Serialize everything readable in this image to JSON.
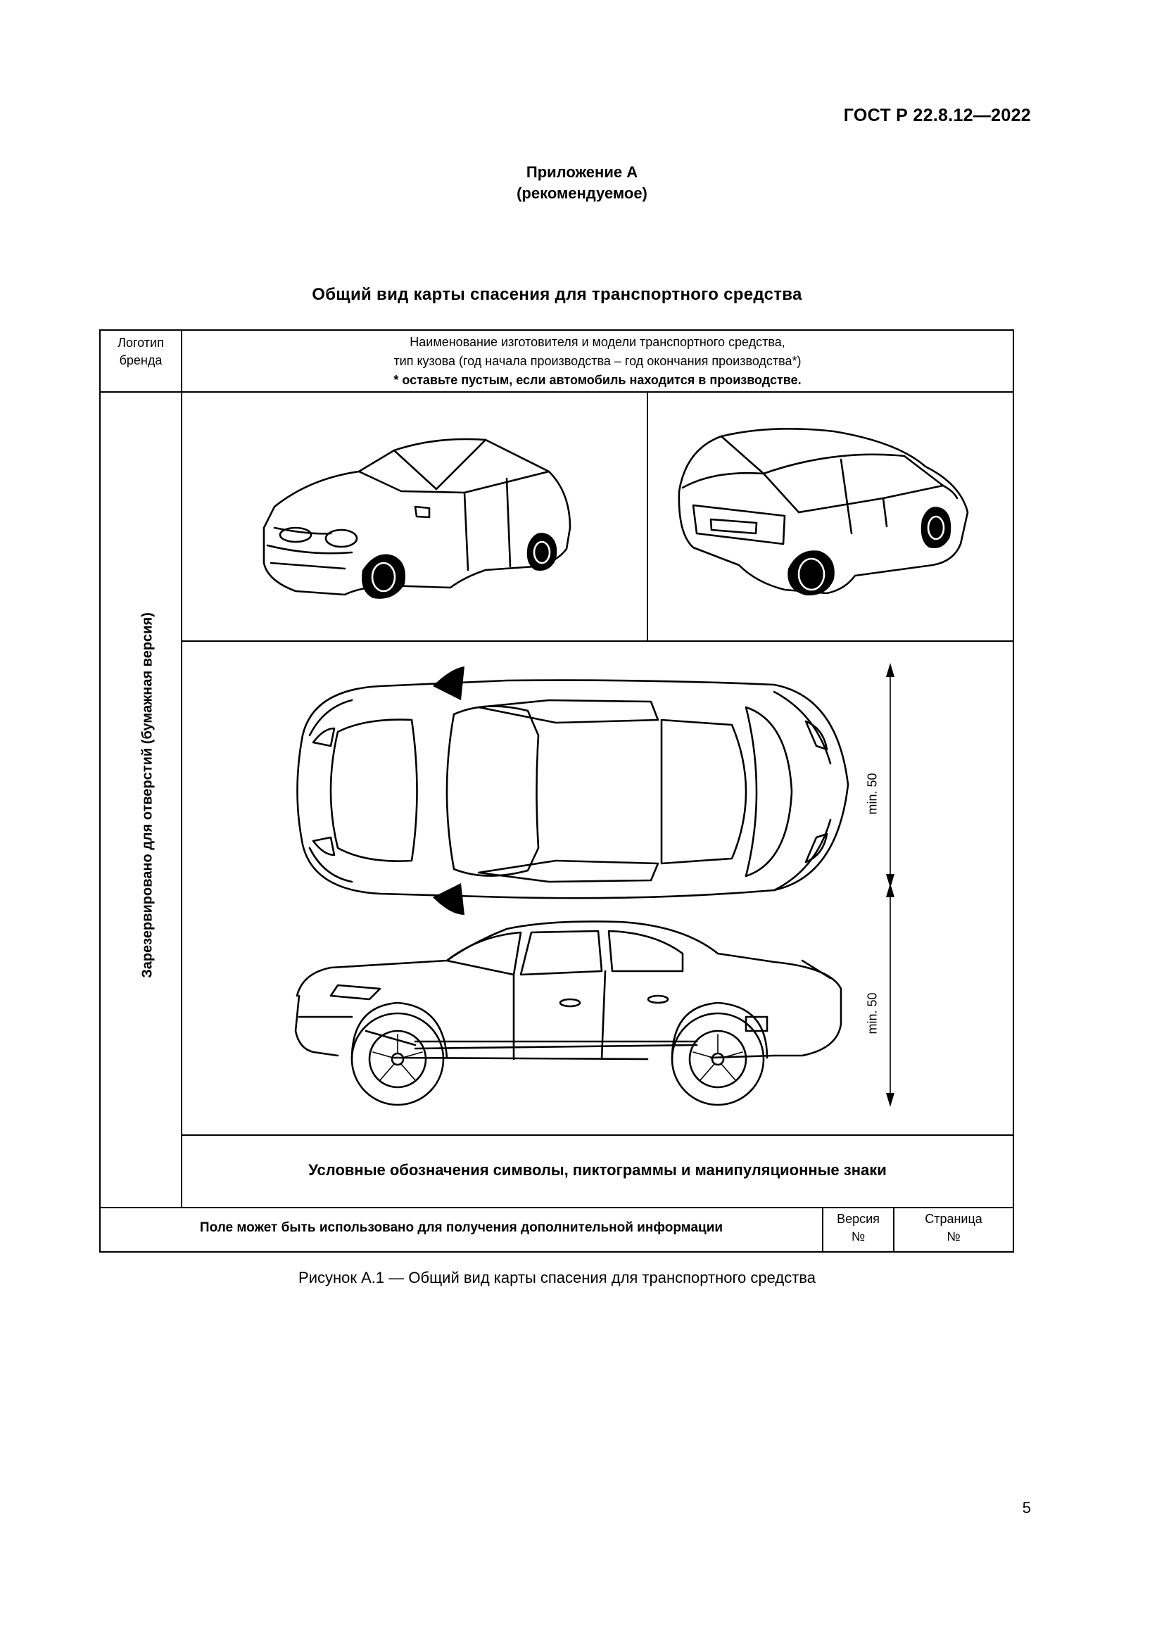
{
  "header": {
    "standard": "ГОСТ Р 22.8.12—2022"
  },
  "appendix": {
    "title": "Приложение А",
    "status": "(рекомендуемое)"
  },
  "figure_title": "Общий вид карты спасения для транспортного средства",
  "card": {
    "logo_line1": "Логотип",
    "logo_line2": "бренда",
    "name_line1": "Наименование изготовителя и модели транспортного средства,",
    "name_line2": "тип кузова (год начала производства – год окончания производства*)",
    "name_line3": "* оставьте пустым, если автомобиль находится в производстве.",
    "side_label": "Зарезервировано для отверстий (бумажная версия)",
    "dim_label_top": "min. 50",
    "dim_label_bottom": "min. 50",
    "legend": "Условные обозначения символы, пиктограммы и манипуляционные знаки",
    "footer_info": "Поле может быть использовано для получения дополнительной информации",
    "version_line1": "Версия",
    "version_line2": "№",
    "page_line1": "Страница",
    "page_line2": "№"
  },
  "caption": "Рисунок А.1 — Общий вид карты спасения для транспортного средства",
  "page_number": "5"
}
